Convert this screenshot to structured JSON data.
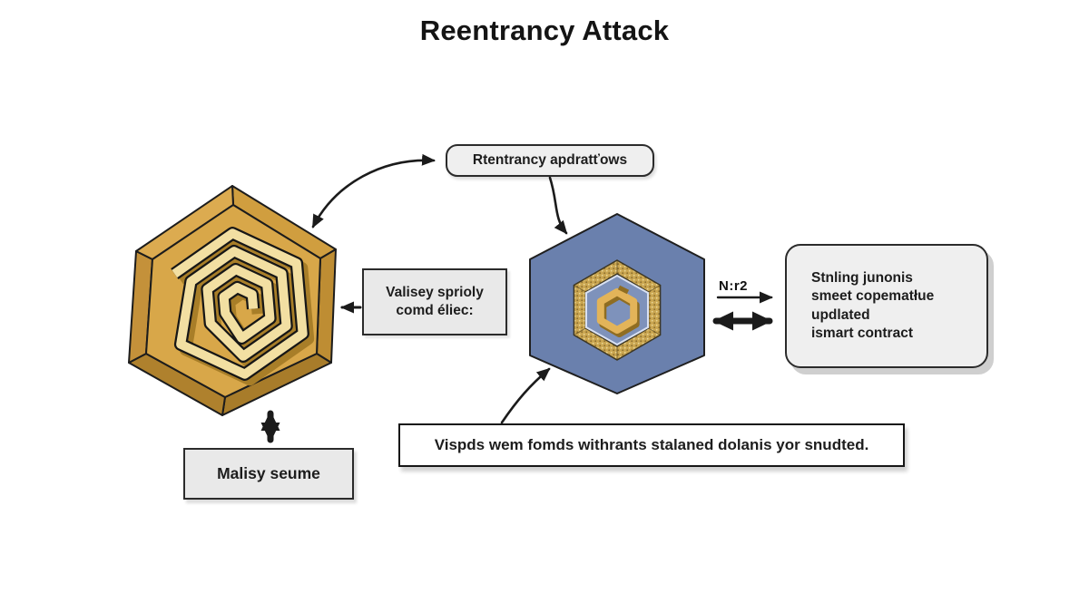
{
  "title": "Reentrancy Attack",
  "colors": {
    "ink": "#1b1b1b",
    "white": "#ffffff",
    "box_fill": "#E9E9E9",
    "box_fill_rounded": "#EFEFEF",
    "box_border": "#2b2b2b",
    "box_shadow": "#cfcfcf",
    "gold_face": "#D8A749",
    "gold_bevel_tl": "#DCAB50",
    "gold_bevel_tr": "#D09E3F",
    "gold_bevel_r": "#BE8D33",
    "gold_bevel_br": "#A87C2A",
    "gold_bevel_bl": "#AF812D",
    "gold_bevel_l": "#C4913A",
    "logo_cream": "#F2DFA2",
    "logo_shadow": "#A87E28",
    "blue_face": "#6A80AD",
    "blue_inner": "#7E92BB",
    "blue_inner_stroke": "#D9E1F2",
    "ring_gold": "#C9A550",
    "ring_dot_dark": "#8A6D2E",
    "ring_dot_light": "#EBD795",
    "link_gold": "#E3B459",
    "link_shadow": "#8F6D22"
  },
  "boxes": {
    "top": {
      "label": "Rtentrancy apdratťows"
    },
    "valisey": {
      "lines": [
        "Valisey sprioly",
        "comd éliec:"
      ]
    },
    "right": {
      "lines": [
        "Stnling junonis",
        "smeet copematłue",
        "updlated",
        "ismart contract"
      ]
    },
    "bottom": {
      "label": "Vispds wem fomds withrants stalaned dolanis yor snudted."
    },
    "malisy": {
      "label": "Malisy seume"
    }
  },
  "labels": {
    "arrow_label": "N:r2"
  },
  "icons": {
    "gold_hexagon": "malicious-contract-hexagon-icon",
    "maze_logo": "hex-spiral-maze-icon",
    "blue_hexagon": "smart-contract-hexagon-icon",
    "chainlink_logo": "chainlink-hexagon-icon"
  }
}
